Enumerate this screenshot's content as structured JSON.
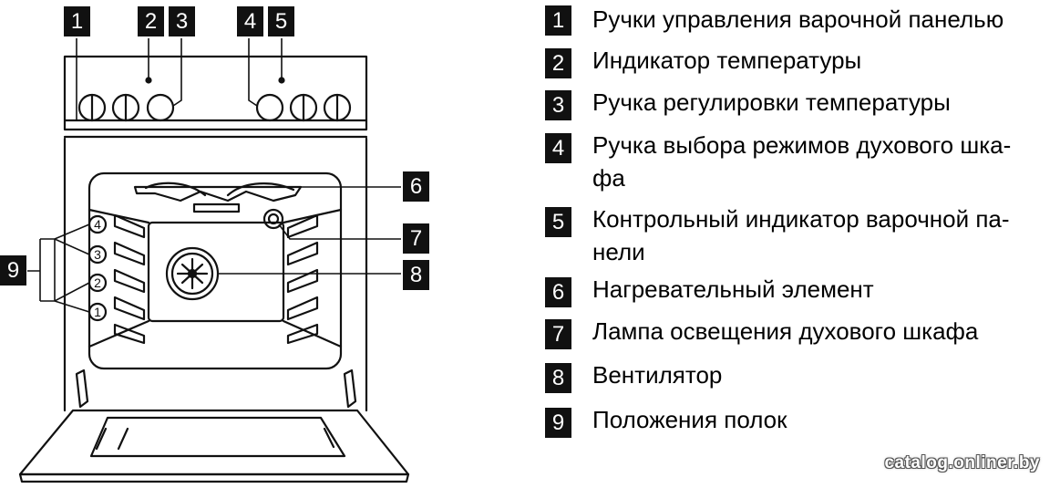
{
  "callouts": {
    "c1": "1",
    "c2": "2",
    "c3": "3",
    "c4": "4",
    "c5": "5",
    "c6": "6",
    "c7": "7",
    "c8": "8",
    "c9": "9"
  },
  "shelf_positions": [
    "4",
    "3",
    "2",
    "1"
  ],
  "legend": [
    {
      "num": "1",
      "text": "Ручки управления варочной панелью"
    },
    {
      "num": "2",
      "text": "Индикатор температуры"
    },
    {
      "num": "3",
      "text": "Ручка регулировки температуры"
    },
    {
      "num": "4",
      "text": "Ручка выбора режимов духового шка-\nфа"
    },
    {
      "num": "5",
      "text": "Контрольный индикатор варочной па-\nнели"
    },
    {
      "num": "6",
      "text": "Нагревательный элемент"
    },
    {
      "num": "7",
      "text": "Лампа освещения духового шкафа"
    },
    {
      "num": "8",
      "text": "Вентилятор"
    },
    {
      "num": "9",
      "text": "Положения полок"
    }
  ],
  "watermark": "catalog.onliner.by"
}
